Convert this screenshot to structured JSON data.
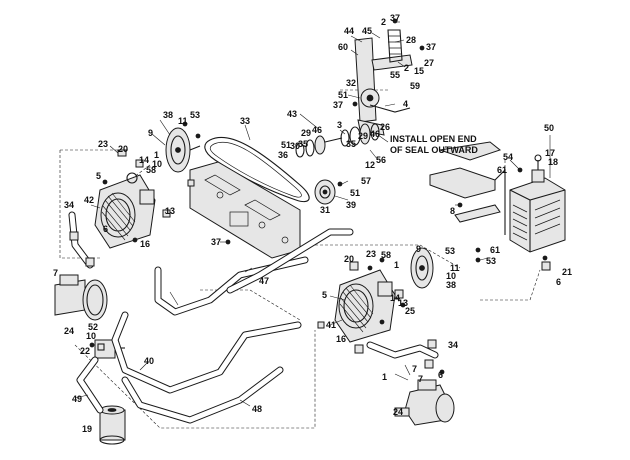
{
  "note": {
    "line1": "INSTALL OPEN END",
    "line2": "OF SEAL OUTWARD"
  },
  "callouts": [
    {
      "id": "c-2-top",
      "text": "2"
    },
    {
      "id": "c-37-top",
      "text": "37"
    },
    {
      "id": "c-44",
      "text": "44"
    },
    {
      "id": "c-45",
      "text": "45"
    },
    {
      "id": "c-28",
      "text": "28"
    },
    {
      "id": "c-60",
      "text": "60"
    },
    {
      "id": "c-37-b",
      "text": "37"
    },
    {
      "id": "c-27",
      "text": "27"
    },
    {
      "id": "c-2-b",
      "text": "2"
    },
    {
      "id": "c-15",
      "text": "15"
    },
    {
      "id": "c-55",
      "text": "55"
    },
    {
      "id": "c-32",
      "text": "32"
    },
    {
      "id": "c-59",
      "text": "59"
    },
    {
      "id": "c-51-a",
      "text": "51"
    },
    {
      "id": "c-4",
      "text": "4"
    },
    {
      "id": "c-37-c",
      "text": "37"
    },
    {
      "id": "c-43",
      "text": "43"
    },
    {
      "id": "c-3",
      "text": "3"
    },
    {
      "id": "c-46-a",
      "text": "46"
    },
    {
      "id": "c-29-a",
      "text": "29"
    },
    {
      "id": "c-35-a",
      "text": "35"
    },
    {
      "id": "c-35-b",
      "text": "35"
    },
    {
      "id": "c-29-b",
      "text": "29"
    },
    {
      "id": "c-46-b",
      "text": "46"
    },
    {
      "id": "c-26",
      "text": "26"
    },
    {
      "id": "c-30",
      "text": "30"
    },
    {
      "id": "c-51-b",
      "text": "51"
    },
    {
      "id": "c-36",
      "text": "36"
    },
    {
      "id": "c-12",
      "text": "12"
    },
    {
      "id": "c-56",
      "text": "56"
    },
    {
      "id": "c-33",
      "text": "33"
    },
    {
      "id": "c-38-a",
      "text": "38"
    },
    {
      "id": "c-11-a",
      "text": "11"
    },
    {
      "id": "c-53-a",
      "text": "53"
    },
    {
      "id": "c-9-a",
      "text": "9"
    },
    {
      "id": "c-23-a",
      "text": "23"
    },
    {
      "id": "c-20-a",
      "text": "20"
    },
    {
      "id": "c-14-a",
      "text": "14"
    },
    {
      "id": "c-1-a",
      "text": "1"
    },
    {
      "id": "c-10-a",
      "text": "10"
    },
    {
      "id": "c-5-a",
      "text": "5"
    },
    {
      "id": "c-58-a",
      "text": "58"
    },
    {
      "id": "c-42",
      "text": "42"
    },
    {
      "id": "c-34-a",
      "text": "34"
    },
    {
      "id": "c-13-a",
      "text": "13"
    },
    {
      "id": "c-6",
      "text": "6"
    },
    {
      "id": "c-16-a",
      "text": "16"
    },
    {
      "id": "c-7-a",
      "text": "7"
    },
    {
      "id": "c-57",
      "text": "57"
    },
    {
      "id": "c-51-c",
      "text": "51"
    },
    {
      "id": "c-31",
      "text": "31"
    },
    {
      "id": "c-39",
      "text": "39"
    },
    {
      "id": "c-37-d",
      "text": "37"
    },
    {
      "id": "c-50",
      "text": "50"
    },
    {
      "id": "c-54",
      "text": "54"
    },
    {
      "id": "c-17",
      "text": "17"
    },
    {
      "id": "c-18",
      "text": "18"
    },
    {
      "id": "c-61-a",
      "text": "61"
    },
    {
      "id": "c-8",
      "text": "8"
    },
    {
      "id": "c-61-b",
      "text": "61"
    },
    {
      "id": "c-53-b",
      "text": "53"
    },
    {
      "id": "c-21",
      "text": "21"
    },
    {
      "id": "c-6-b",
      "text": "6"
    },
    {
      "id": "c-20-b",
      "text": "20"
    },
    {
      "id": "c-23-b",
      "text": "23"
    },
    {
      "id": "c-58-b",
      "text": "58"
    },
    {
      "id": "c-1-b",
      "text": "1"
    },
    {
      "id": "c-9-b",
      "text": "9"
    },
    {
      "id": "c-53-c",
      "text": "53"
    },
    {
      "id": "c-11-b",
      "text": "11"
    },
    {
      "id": "c-10-b",
      "text": "10"
    },
    {
      "id": "c-38-b",
      "text": "38"
    },
    {
      "id": "c-5-b",
      "text": "5"
    },
    {
      "id": "c-14-b",
      "text": "14"
    },
    {
      "id": "c-13-b",
      "text": "13"
    },
    {
      "id": "c-25",
      "text": "25"
    },
    {
      "id": "c-41",
      "text": "41"
    },
    {
      "id": "c-16-b",
      "text": "16"
    },
    {
      "id": "c-34-b",
      "text": "34"
    },
    {
      "id": "c-47",
      "text": "47"
    },
    {
      "id": "c-7-b",
      "text": "7"
    },
    {
      "id": "c-24-a",
      "text": "24"
    },
    {
      "id": "c-52",
      "text": "52"
    },
    {
      "id": "c-10-c",
      "text": "10"
    },
    {
      "id": "c-22",
      "text": "22"
    },
    {
      "id": "c-40",
      "text": "40"
    },
    {
      "id": "c-49",
      "text": "49"
    },
    {
      "id": "c-48",
      "text": "48"
    },
    {
      "id": "c-19",
      "text": "19"
    },
    {
      "id": "c-1-c",
      "text": "1"
    },
    {
      "id": "c-7-c",
      "text": "7"
    },
    {
      "id": "c-6-c",
      "text": "6"
    },
    {
      "id": "c-24-b",
      "text": "24"
    }
  ]
}
